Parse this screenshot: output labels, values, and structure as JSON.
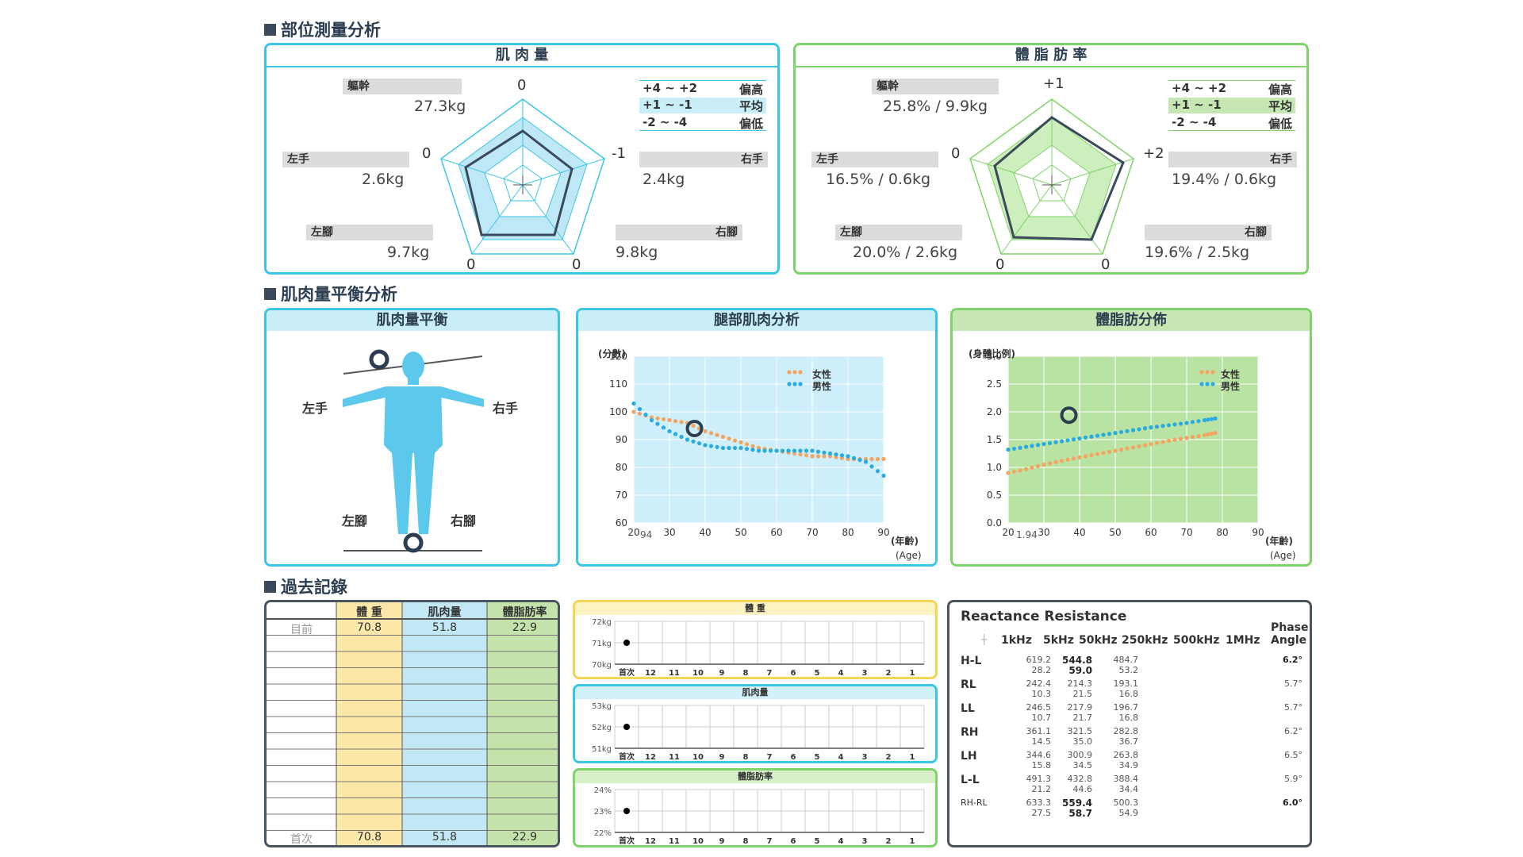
{
  "sections": {
    "segment_title": "部位測量分析",
    "balance_title": "肌肉量平衡分析",
    "history_title": "過去記錄"
  },
  "muscle": {
    "title": "肌 肉 量",
    "trunk": {
      "label": "軀幹",
      "value": "27.3kg"
    },
    "left_arm": {
      "label": "左手",
      "value": "2.6kg"
    },
    "right_arm": {
      "label": "右手",
      "value": "2.4kg"
    },
    "left_leg": {
      "label": "左腳",
      "value": "9.7kg"
    },
    "right_leg": {
      "label": "右腳",
      "value": "9.8kg"
    },
    "scores": {
      "top": "0",
      "right": "-1",
      "left": "0",
      "bottom_left": "0",
      "bottom_right": "0"
    },
    "legend": [
      {
        "range": "+4 ~ +2",
        "label": "偏高"
      },
      {
        "range": "+1 ~ -1",
        "label": "平均"
      },
      {
        "range": "-2 ~ -4",
        "label": "偏低"
      }
    ]
  },
  "fat": {
    "title": "體 脂 肪 率",
    "trunk": {
      "label": "軀幹",
      "value": "25.8% / 9.9kg"
    },
    "left_arm": {
      "label": "左手",
      "value": "16.5% / 0.6kg"
    },
    "right_arm": {
      "label": "右手",
      "value": "19.4% / 0.6kg"
    },
    "left_leg": {
      "label": "左腳",
      "value": "20.0% / 2.6kg"
    },
    "right_leg": {
      "label": "右腳",
      "value": "19.6% / 2.5kg"
    },
    "scores": {
      "top": "+1",
      "right": "+2",
      "left": "0",
      "bottom_left": "0",
      "bottom_right": "0"
    },
    "legend": [
      {
        "range": "+4 ~ +2",
        "label": "偏高"
      },
      {
        "range": "+1 ~ -1",
        "label": "平均"
      },
      {
        "range": "-2 ~ -4",
        "label": "偏低"
      }
    ]
  },
  "balance": {
    "title": "肌肉量平衡",
    "left_arm": "左手",
    "right_arm": "右手",
    "left_leg": "左腳",
    "right_leg": "右腳"
  },
  "leg_chart": {
    "title": "腿部肌肉分析",
    "ylabel": "(分數)",
    "xlabel": "(年齡)",
    "xunit": "(Age)",
    "legend_female": "女性",
    "legend_male": "男性",
    "score_label": "94"
  },
  "fat_dist_chart": {
    "title": "體脂肪分佈",
    "ylabel": "(身體比例)",
    "xlabel": "(年齡)",
    "xunit": "(Age)",
    "legend_female": "女性",
    "legend_male": "男性",
    "score_label": "1.94"
  },
  "chart_data": [
    {
      "type": "scatter",
      "x_ticks": [
        "20",
        "30",
        "40",
        "50",
        "60",
        "70",
        "80",
        "90"
      ],
      "y_ticks": [
        "60",
        "70",
        "80",
        "90",
        "100",
        "110",
        "120"
      ],
      "ylim": [
        60,
        120
      ],
      "xlim": [
        20,
        90
      ],
      "series": [
        {
          "name": "女性",
          "color": "#f4a460",
          "x": [
            20,
            25,
            30,
            35,
            40,
            45,
            50,
            55,
            60,
            65,
            70,
            75,
            80,
            85,
            90
          ],
          "y": [
            100,
            98,
            97,
            96,
            93,
            91,
            89,
            87,
            86,
            85,
            84,
            84,
            83,
            83,
            83
          ]
        },
        {
          "name": "男性",
          "color": "#29abe2",
          "x": [
            20,
            25,
            30,
            35,
            40,
            45,
            50,
            55,
            60,
            65,
            70,
            75,
            80,
            85,
            90
          ],
          "y": [
            103,
            97,
            93,
            90,
            88,
            87,
            87,
            86,
            86,
            86,
            86,
            85,
            84,
            82,
            77
          ]
        }
      ],
      "marker": {
        "x": 37,
        "y": 94
      }
    },
    {
      "type": "scatter",
      "x_ticks": [
        "20",
        "30",
        "40",
        "50",
        "60",
        "70",
        "80",
        "90"
      ],
      "y_ticks": [
        "0.0",
        "0.5",
        "1.0",
        "1.5",
        "2.0",
        "2.5",
        "3.0"
      ],
      "ylim": [
        0,
        3
      ],
      "xlim": [
        20,
        90
      ],
      "series": [
        {
          "name": "女性",
          "color": "#f4a460",
          "x": [
            20,
            25,
            30,
            35,
            40,
            45,
            50,
            55,
            60,
            65,
            70,
            75,
            78
          ],
          "y": [
            0.9,
            0.97,
            1.05,
            1.12,
            1.18,
            1.24,
            1.3,
            1.36,
            1.42,
            1.48,
            1.53,
            1.58,
            1.62
          ]
        },
        {
          "name": "男性",
          "color": "#29abe2",
          "x": [
            20,
            25,
            30,
            35,
            40,
            45,
            50,
            55,
            60,
            65,
            70,
            75,
            78
          ],
          "y": [
            1.32,
            1.37,
            1.42,
            1.47,
            1.52,
            1.57,
            1.62,
            1.67,
            1.72,
            1.76,
            1.8,
            1.85,
            1.88
          ]
        }
      ],
      "marker": {
        "x": 37,
        "y": 1.94
      }
    }
  ],
  "history": {
    "headers": [
      "體 重",
      "肌肉量",
      "體脂肪率"
    ],
    "current_label": "目前",
    "first_label": "首次",
    "current": [
      "70.8",
      "51.8",
      "22.9"
    ],
    "first": [
      "70.8",
      "51.8",
      "22.9"
    ]
  },
  "trend": {
    "weight": {
      "title": "體 重",
      "y": [
        "72kg",
        "71kg",
        "70kg"
      ]
    },
    "muscle": {
      "title": "肌肉量",
      "y": [
        "53kg",
        "52kg",
        "51kg"
      ]
    },
    "fat": {
      "title": "體脂肪率",
      "y": [
        "24%",
        "23%",
        "22%"
      ]
    },
    "x": [
      "首次",
      "12",
      "11",
      "10",
      "9",
      "8",
      "7",
      "6",
      "5",
      "4",
      "3",
      "2",
      "1"
    ]
  },
  "reactance": {
    "title": "Reactance Resistance",
    "phase_header": [
      "Phase",
      "Angle"
    ],
    "freqs": [
      "1kHz",
      "5kHz",
      "50kHz",
      "250kHz",
      "500kHz",
      "1MHz"
    ],
    "rows": [
      {
        "label": "H-L",
        "r": [
          "619.2",
          "544.8",
          "484.7"
        ],
        "x": [
          "28.2",
          "59.0",
          "53.2"
        ],
        "phase": "6.2°"
      },
      {
        "label": "RL",
        "r": [
          "242.4",
          "214.3",
          "193.1"
        ],
        "x": [
          "10.3",
          "21.5",
          "16.8"
        ],
        "phase": "5.7°"
      },
      {
        "label": "LL",
        "r": [
          "246.5",
          "217.9",
          "196.7"
        ],
        "x": [
          "10.7",
          "21.7",
          "16.8"
        ],
        "phase": "5.7°"
      },
      {
        "label": "RH",
        "r": [
          "361.1",
          "321.5",
          "282.8"
        ],
        "x": [
          "14.5",
          "35.0",
          "36.7"
        ],
        "phase": "6.2°"
      },
      {
        "label": "LH",
        "r": [
          "344.6",
          "300.9",
          "263.8"
        ],
        "x": [
          "15.8",
          "34.5",
          "34.9"
        ],
        "phase": "6.5°"
      },
      {
        "label": "L-L",
        "r": [
          "491.3",
          "432.8",
          "388.4"
        ],
        "x": [
          "21.2",
          "44.6",
          "34.4"
        ],
        "phase": "5.9°"
      },
      {
        "label": "RH-RL",
        "r": [
          "633.3",
          "559.4",
          "500.3"
        ],
        "x": [
          "27.5",
          "58.7",
          "54.9"
        ],
        "phase": "6.0°"
      }
    ]
  }
}
